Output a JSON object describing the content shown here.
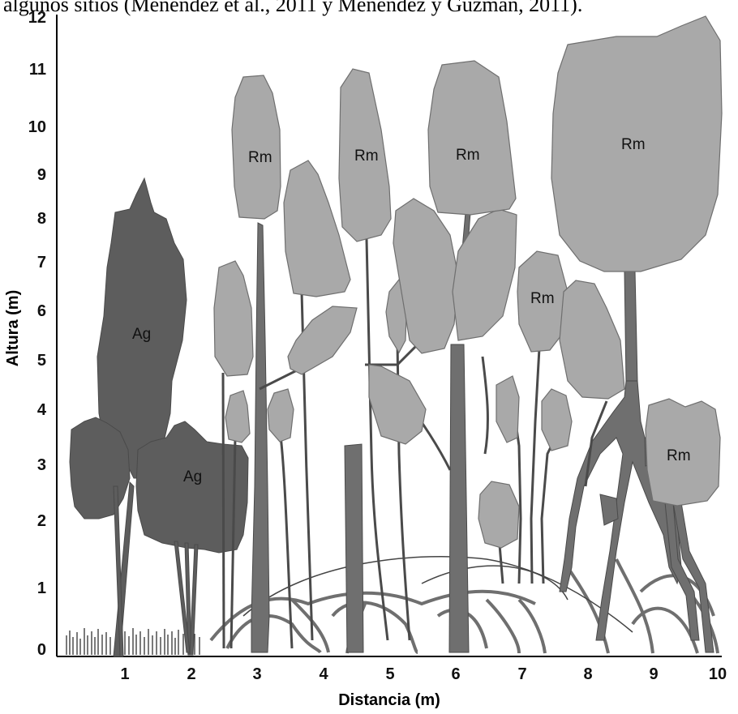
{
  "caption": "algunos sitios (Menéndez et al., 2011 y Menéndez y Guzmán, 2011).",
  "diagram": {
    "x_axis": {
      "title": "Distancia (m)",
      "ticks": [
        "1",
        "2",
        "3",
        "4",
        "5",
        "6",
        "7",
        "8",
        "9",
        "10"
      ]
    },
    "y_axis": {
      "title": "Altura (m)",
      "ticks": [
        "0",
        "1",
        "2",
        "3",
        "4",
        "5",
        "6",
        "7",
        "8",
        "9",
        "10",
        "11",
        "12"
      ]
    },
    "labels": {
      "ag_tall": "Ag",
      "ag_short": "Ag",
      "rm_1": "Rm",
      "rm_2": "Rm",
      "rm_3": "Rm",
      "rm_4": "Rm",
      "rm_5": "Rm",
      "rm_6": "Rm"
    },
    "colors": {
      "avicennia": "#5d5d5d",
      "rhizophora_crown": "#a9a9a9",
      "rhizophora_trunk": "#6f6f6f",
      "outline": "#4a4a4a",
      "axis": "#000000"
    }
  }
}
